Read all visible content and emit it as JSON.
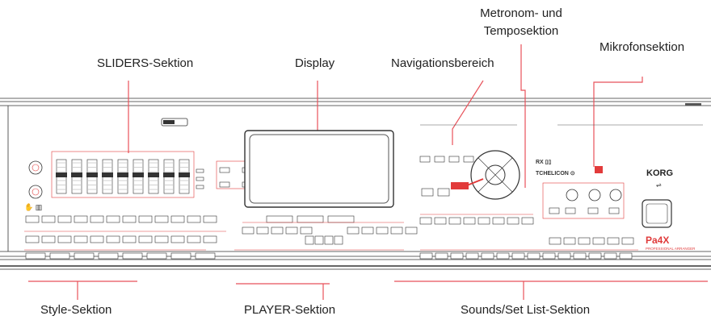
{
  "labels": {
    "sliders": "SLIDERS-Sektion",
    "display": "Display",
    "navigation": "Navigationsbereich",
    "metronome_line1": "Metronom- und",
    "metronome_line2": "Temposektion",
    "microphone": "Mikrofonsektion",
    "style": "Style-Sektion",
    "player": "PLAYER-Sektion",
    "sounds": "Sounds/Set List-Sektion"
  },
  "keyboard": {
    "brand": "KORG",
    "model": "Pa4X",
    "subtitle": "PROFESSIONAL ARRANGER"
  },
  "colors": {
    "callout": "#e8525a",
    "panel_line": "#333333",
    "accent_red": "#e03a3a",
    "button_red": "#e23b3b"
  }
}
